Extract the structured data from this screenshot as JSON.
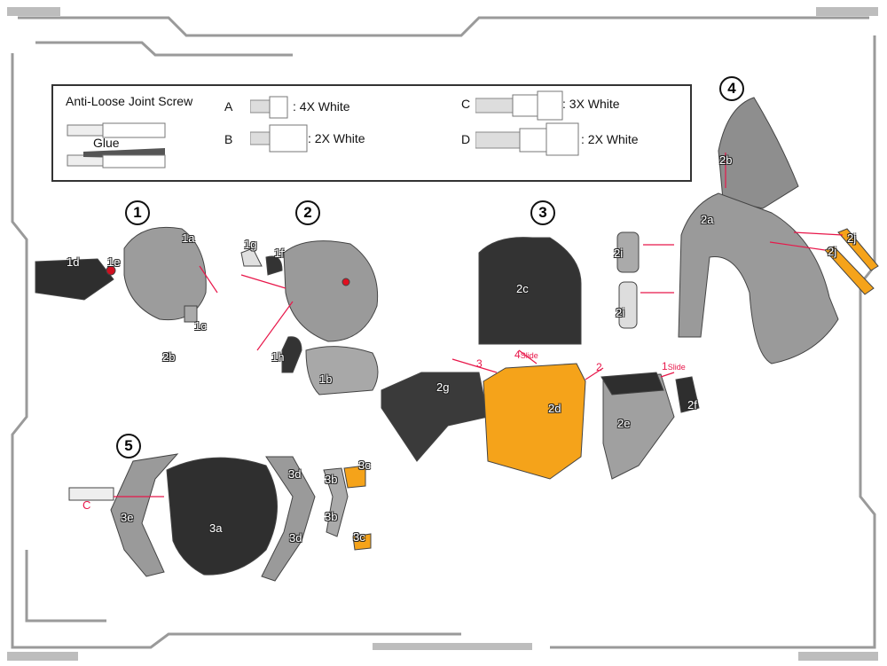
{
  "legend": {
    "title": "Anti-Loose Joint Screw",
    "glue": "Glue",
    "screws": [
      {
        "letter": "A",
        "qty": ": 4X White"
      },
      {
        "letter": "B",
        "qty": ": 2X White"
      },
      {
        "letter": "C",
        "qty": ": 3X White"
      },
      {
        "letter": "D",
        "qty": ": 2X White"
      }
    ]
  },
  "steps": [
    "1",
    "2",
    "3",
    "4",
    "5"
  ],
  "step1": {
    "labels": [
      "1a",
      "1d",
      "1e",
      "1c",
      "2b"
    ]
  },
  "step2": {
    "labels": [
      "1g",
      "1f",
      "1h",
      "1b"
    ]
  },
  "step3": {
    "labels": [
      "2c",
      "2g",
      "2d",
      "2e",
      "2f"
    ],
    "arrows": {
      "a1": "1",
      "a1s": "Slide",
      "a2": "2",
      "a3": "3",
      "a4": "4",
      "a4s": "Slide"
    }
  },
  "step4": {
    "labels": [
      "2b",
      "2a",
      "2i",
      "2i",
      "2j",
      "2j"
    ]
  },
  "step5": {
    "labels": [
      "3d",
      "3b",
      "3c",
      "3e",
      "3a",
      "3b",
      "3d",
      "3c"
    ],
    "screw_letter": "C"
  },
  "colors": {
    "accent": "#f5a31a",
    "arrow": "#e8174a",
    "dark": "#3a3a3a",
    "grey": "#a8a8a8"
  }
}
